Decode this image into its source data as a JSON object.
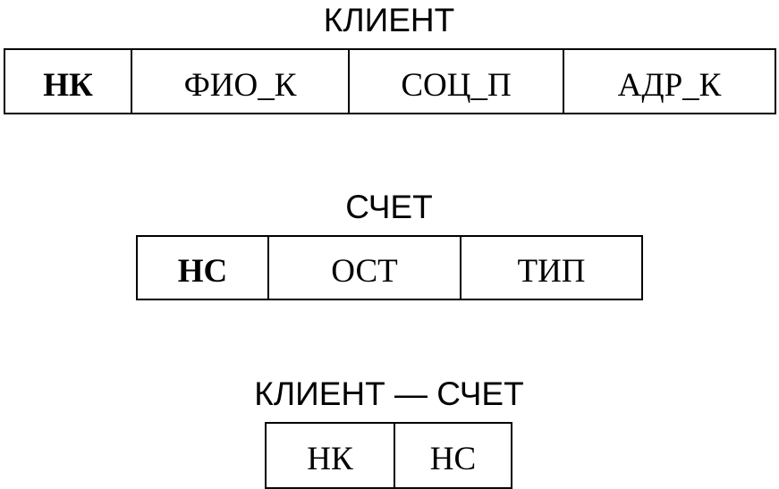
{
  "tables": [
    {
      "title": "КЛИЕНТ",
      "fields": [
        {
          "label": "НК",
          "key": true
        },
        {
          "label": "ФИО_К",
          "key": false
        },
        {
          "label": "СОЦ_П",
          "key": false
        },
        {
          "label": "АДР_К",
          "key": false
        }
      ]
    },
    {
      "title": "СЧЕТ",
      "fields": [
        {
          "label": "НС",
          "key": true
        },
        {
          "label": "ОСТ",
          "key": false
        },
        {
          "label": "ТИП",
          "key": false
        }
      ]
    },
    {
      "title": "КЛИЕНТ — СЧЕТ",
      "fields": [
        {
          "label": "НК",
          "key": false
        },
        {
          "label": "НС",
          "key": false
        }
      ]
    }
  ]
}
